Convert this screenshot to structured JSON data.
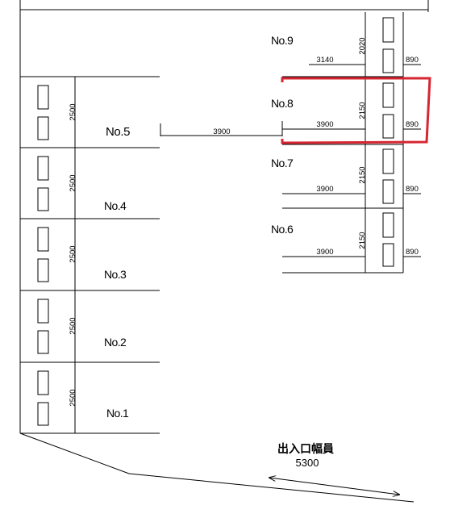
{
  "spaces_left": [
    {
      "label": "No.5",
      "width": "2500",
      "length": "3900"
    },
    {
      "label": "No.4",
      "width": "2500"
    },
    {
      "label": "No.3",
      "width": "2500"
    },
    {
      "label": "No.2",
      "width": "2500"
    },
    {
      "label": "No.1",
      "width": "2500"
    }
  ],
  "spaces_right": [
    {
      "label": "No.9",
      "width": "2020",
      "length": "3140",
      "clearance": "890",
      "highlighted": false
    },
    {
      "label": "No.8",
      "width": "2150",
      "length": "3900",
      "clearance": "890",
      "highlighted": true
    },
    {
      "label": "No.7",
      "width": "2150",
      "length": "3900",
      "clearance": "890",
      "highlighted": false
    },
    {
      "label": "No.6",
      "width": "2150",
      "length": "3900",
      "clearance": "890",
      "highlighted": false
    }
  ],
  "entrance": {
    "label": "出入口幅員",
    "width": "5300"
  },
  "colors": {
    "line": "#000000",
    "highlight": "#d62631",
    "background": "#ffffff"
  }
}
